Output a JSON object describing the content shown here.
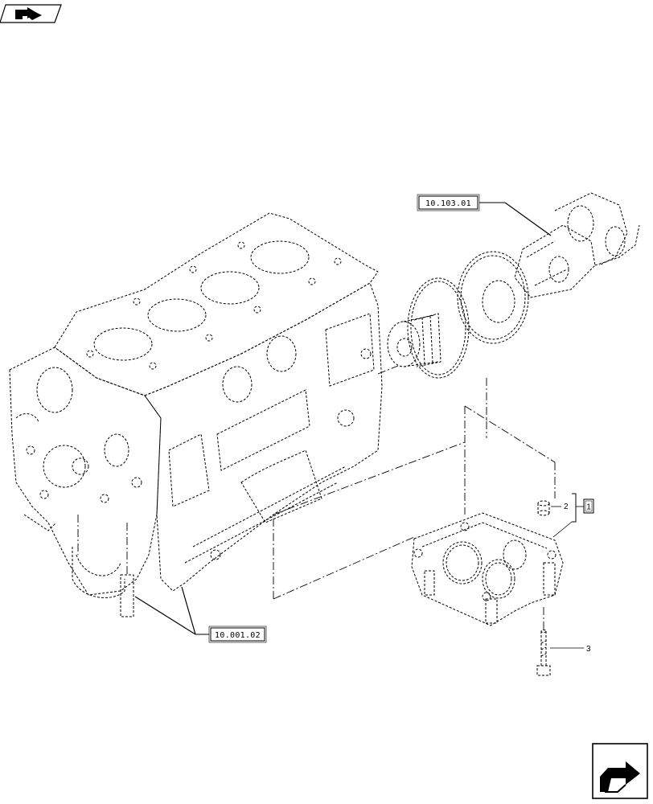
{
  "references": {
    "crankshaft": "10.103.01",
    "engine_block": "10.001.02"
  },
  "callouts": {
    "dowel_number": "2",
    "kit_box": "1",
    "bolt_number": "3"
  },
  "icons": {
    "top_left": "navigation-arrow-icon",
    "bottom_right": "next-page-arrow-icon"
  }
}
